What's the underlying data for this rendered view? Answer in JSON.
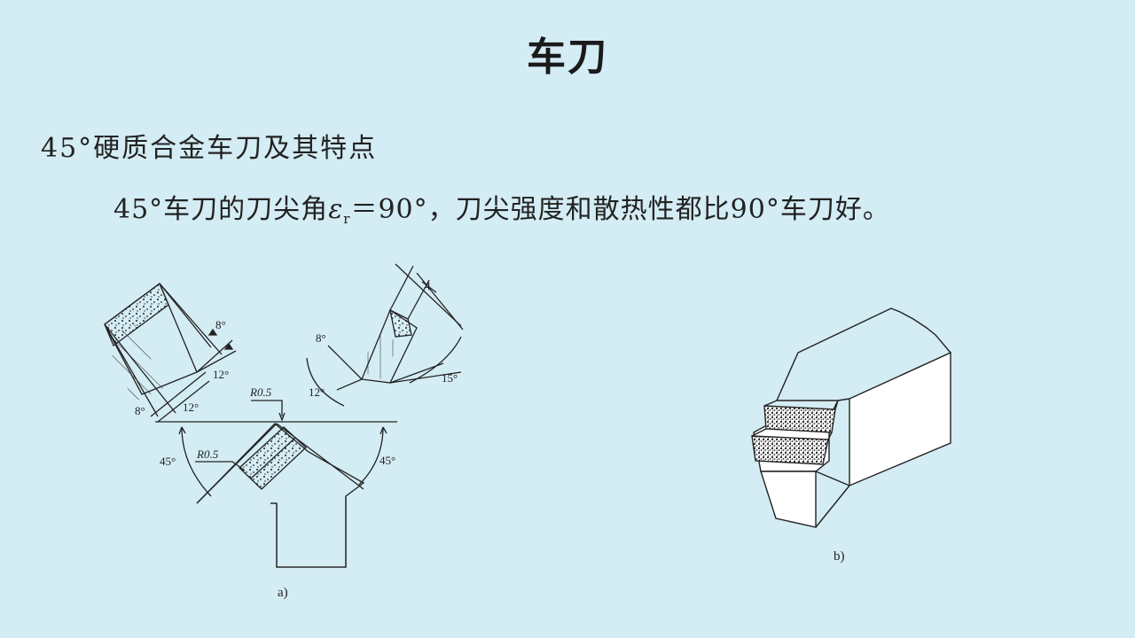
{
  "slide": {
    "title": "车刀",
    "heading": "45°硬质合金车刀及其特点",
    "description": {
      "prefix": "45°车刀的刀尖角",
      "symbol": "ε",
      "subscript": "r",
      "suffix": "＝90°，刀尖强度和散热性都比90°车刀好。"
    }
  },
  "figure_a": {
    "caption": "a)",
    "labels": {
      "radius_top": "R0.5",
      "radius_left": "R0.5",
      "angle_left_main": "45°",
      "angle_right_main": "45°",
      "angle_ul_8a": "8°",
      "angle_ul_12a": "12°",
      "angle_ul_8b": "8°",
      "angle_ul_12b": "12°",
      "angle_ur_8": "8°",
      "angle_ur_12": "12°",
      "angle_ur_15": "15°",
      "dim_ur": "4"
    }
  },
  "figure_b": {
    "caption": "b)"
  }
}
